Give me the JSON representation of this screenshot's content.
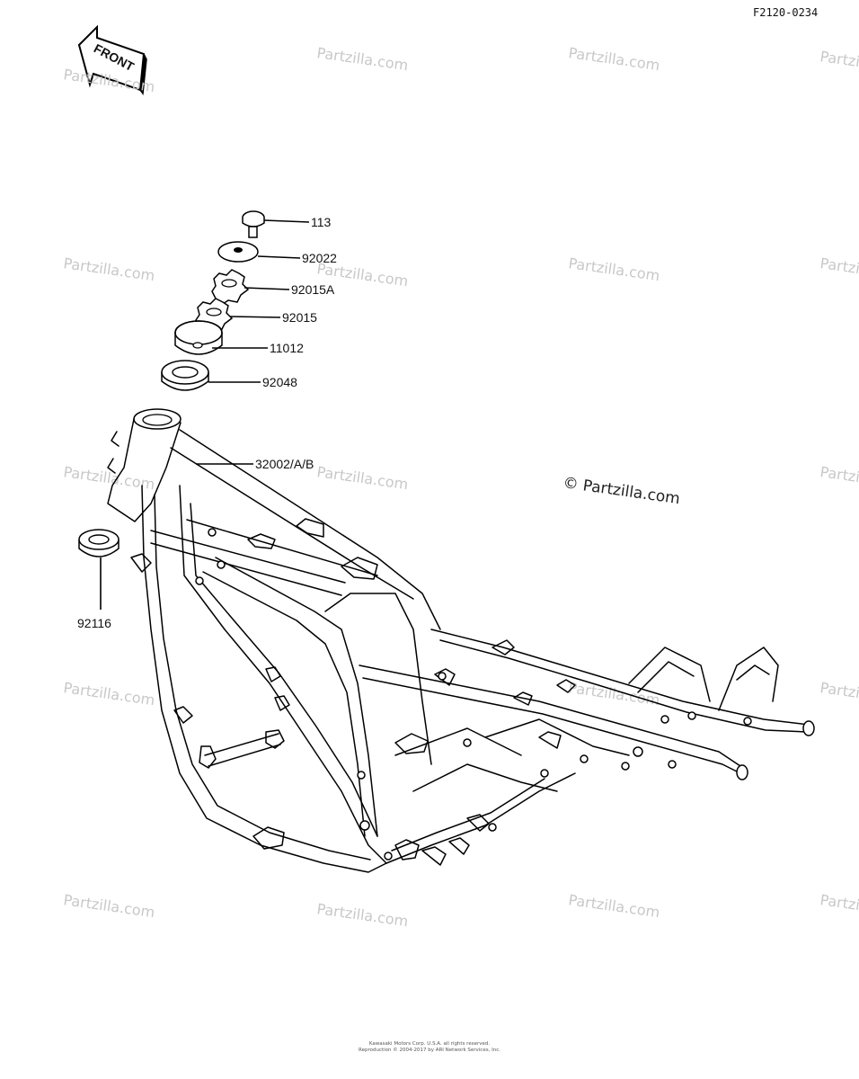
{
  "diagram_code": "F2120-0234",
  "front_label": "FRONT",
  "watermark_text": "Partzilla.com",
  "watermark_prominent": "© Partzilla.com",
  "callouts": [
    {
      "id": "bolt",
      "label": "113"
    },
    {
      "id": "washer",
      "label": "92022"
    },
    {
      "id": "nut-a",
      "label": "92015A"
    },
    {
      "id": "nut",
      "label": "92015"
    },
    {
      "id": "race-cone",
      "label": "11012"
    },
    {
      "id": "bearing",
      "label": "92048"
    },
    {
      "id": "frame",
      "label": "32002/A/B"
    },
    {
      "id": "lower-bearing",
      "label": "92116"
    }
  ],
  "copyright_lines": [
    "Kawasaki Motors Corp. U.S.A. all rights reserved.",
    "Reproduction © 2004-2017 by ARI Network Services, Inc."
  ]
}
